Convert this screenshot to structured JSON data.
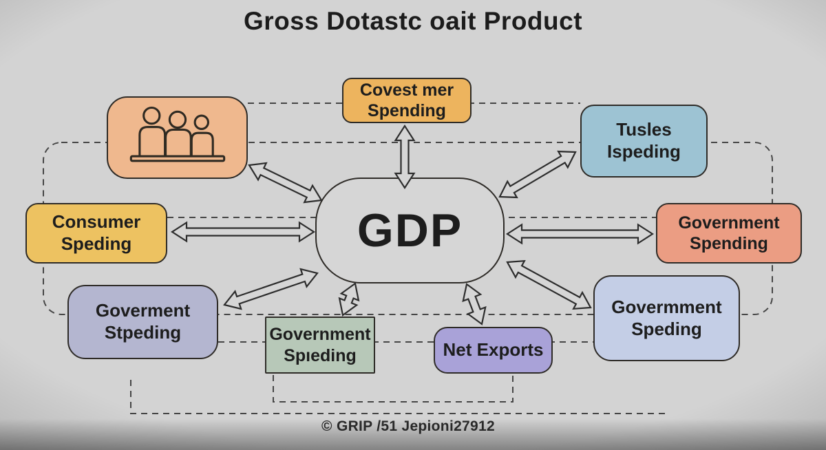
{
  "title": "Gross Dotastc oait Product",
  "caption": "© GRIP /51 Jepioni27912",
  "center": {
    "label": "GDP"
  },
  "nodes": {
    "audience": {
      "icon": "people-icon",
      "color": "#efb88e"
    },
    "investment": {
      "line1": "Covest mer",
      "line2": "Spending",
      "color": "#edb45e"
    },
    "taxes": {
      "line1": "Tusles",
      "line2": "Ispeding",
      "color": "#9dc3d3"
    },
    "consumer": {
      "line1": "Consumer",
      "line2": "Speding",
      "color": "#edc261"
    },
    "gov_right": {
      "line1": "Government",
      "line2": "Spending",
      "color": "#eb9d83"
    },
    "gov_bottom_left": {
      "line1": "Goverment",
      "line2": "Stpeding",
      "color": "#b4b6d0"
    },
    "gov_bottom_center": {
      "line1": "Government",
      "line2": "Spıeding",
      "color": "#b7c8b8"
    },
    "net_exports": {
      "line1": "Net Exports",
      "line2": "",
      "color": "#a9a2d8"
    },
    "gov_bottom_right": {
      "line1": "Govermment",
      "line2": "Speding",
      "color": "#c4cee6"
    }
  },
  "colors": {
    "background": "#d3d3d3",
    "gdp_fill": "#d6d6d6",
    "outline": "#2e2b27",
    "dashed_line": "#454545",
    "text": "#1d1d1d"
  }
}
